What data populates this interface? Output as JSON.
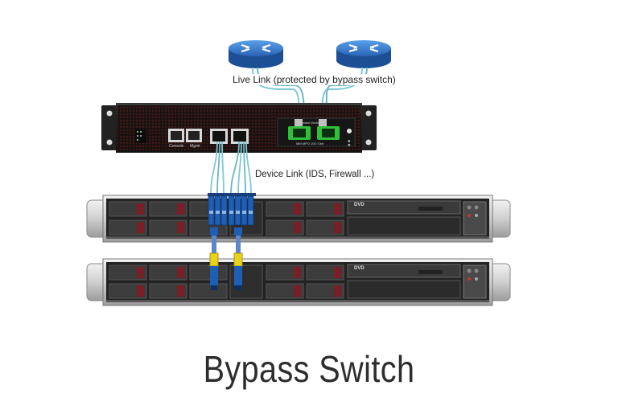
{
  "labels": {
    "live_link": "Live Link (protected by bypass switch)",
    "device_link": "Device Link (IDS, Firewall ...)",
    "title": "Bypass Switch"
  },
  "appliance": {
    "console_port": "Console",
    "mgmt_port": "Mgmt",
    "module_name": "Bypass Module",
    "module_spec": "MM MPO 10G Gbit"
  },
  "server": {
    "dvd_label": "DVD"
  },
  "colors": {
    "router_blue": "#2f6fc0",
    "fiber_cyan": "#7fc9d6",
    "fiber_yellow": "#e8d21a",
    "connector_blue": "#1e5fb5",
    "chassis_dark": "#1b1b1b",
    "accent_red": "#c8102e",
    "server_silver": "#d9d9d9"
  }
}
